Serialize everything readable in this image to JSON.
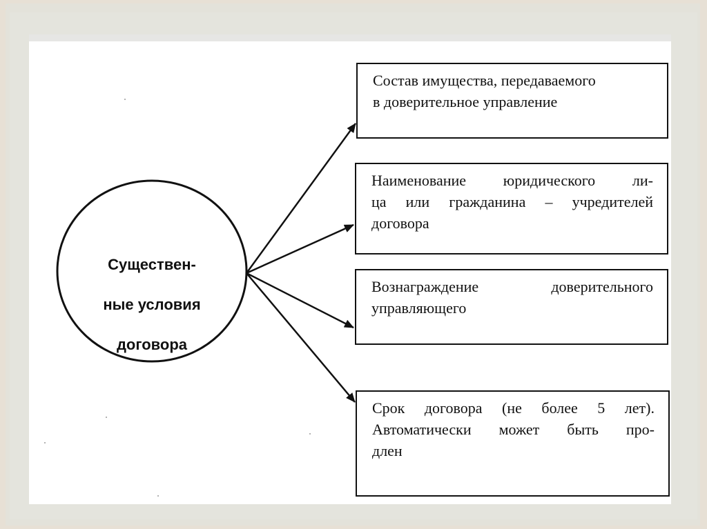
{
  "diagram": {
    "center_node": {
      "label_lines": [
        "Существен-",
        "ные условия",
        "договора"
      ]
    },
    "boxes": [
      {
        "id": "box-1",
        "lines": [
          "Состав имущества, передаваемого",
          "в доверительное управление"
        ]
      },
      {
        "id": "box-2",
        "lines": [
          "Наименование юридического ли-",
          "ца или гражданина – учредителей",
          "договора"
        ]
      },
      {
        "id": "box-3",
        "lines": [
          "Вознаграждение доверительного",
          "управляющего"
        ]
      },
      {
        "id": "box-4",
        "lines": [
          "Срок договора (не более 5 лет).",
          "Автоматически может быть про-",
          "длен"
        ]
      }
    ],
    "edges": [
      {
        "from": "center_node",
        "to": "box-1"
      },
      {
        "from": "center_node",
        "to": "box-2"
      },
      {
        "from": "center_node",
        "to": "box-3"
      },
      {
        "from": "center_node",
        "to": "box-4"
      }
    ],
    "colors": {
      "stroke": "#111111",
      "panel": "#ffffff",
      "frame": "#e4e4dd",
      "outer": "#e7e0d5"
    }
  }
}
